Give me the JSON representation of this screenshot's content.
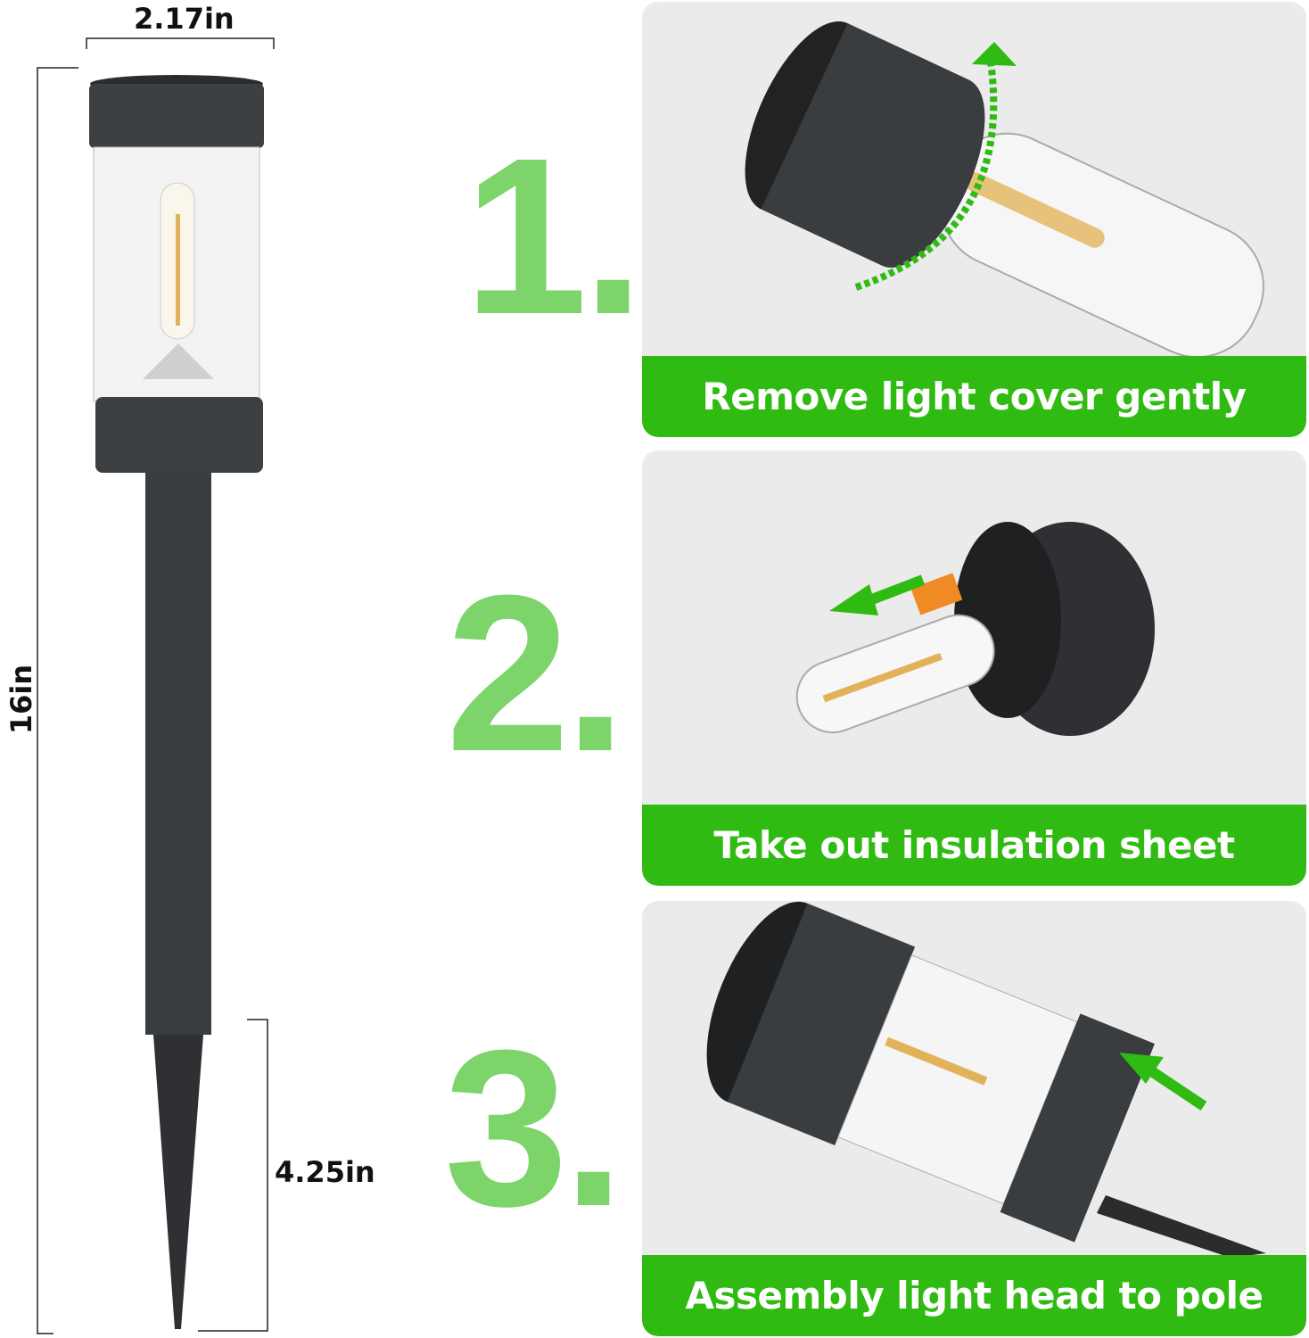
{
  "dimensions": {
    "width": "2.17in",
    "height": "16in",
    "stake": "4.25in"
  },
  "steps": [
    {
      "number": "1.",
      "caption": "Remove light cover gently"
    },
    {
      "number": "2.",
      "caption": "Take out insulation sheet"
    },
    {
      "number": "3.",
      "caption": "Assembly light head to pole"
    }
  ],
  "colors": {
    "caption_bar": "#2fbb12",
    "step_number": "#7dd46a",
    "panel_bg": "#ebebeb",
    "lamp_body": "#3a3d40"
  }
}
